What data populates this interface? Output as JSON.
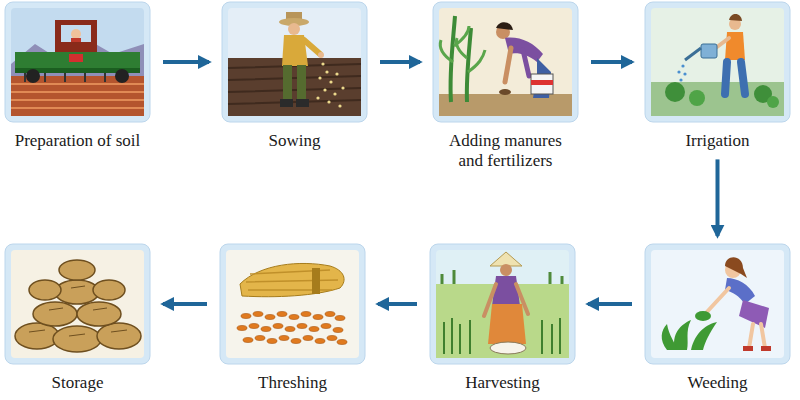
{
  "diagram": {
    "nodes": [
      {
        "text": [
          "Preparation of soil"
        ]
      },
      {
        "text": [
          "Sowing"
        ]
      },
      {
        "text": [
          "Adding manures and fertilizers"
        ]
      },
      {
        "text": [
          "Irrigation"
        ]
      },
      {
        "text": [
          "Weeding"
        ]
      },
      {
        "text": [
          "Harvesting"
        ]
      },
      {
        "text": [
          "Threshing"
        ]
      },
      {
        "text": [
          "Storage"
        ]
      }
    ],
    "edges": [
      {
        "from": 0,
        "to": 1,
        "arrow": "to"
      },
      {
        "from": 1,
        "to": 2,
        "arrow": "to"
      },
      {
        "from": 2,
        "to": 3,
        "arrow": "to"
      },
      {
        "from": 3,
        "to": 4,
        "arrow": "to"
      },
      {
        "from": 4,
        "to": 5,
        "arrow": "to"
      },
      {
        "from": 5,
        "to": 6,
        "arrow": "to"
      },
      {
        "from": 6,
        "to": 7,
        "arrow": "to"
      }
    ]
  }
}
